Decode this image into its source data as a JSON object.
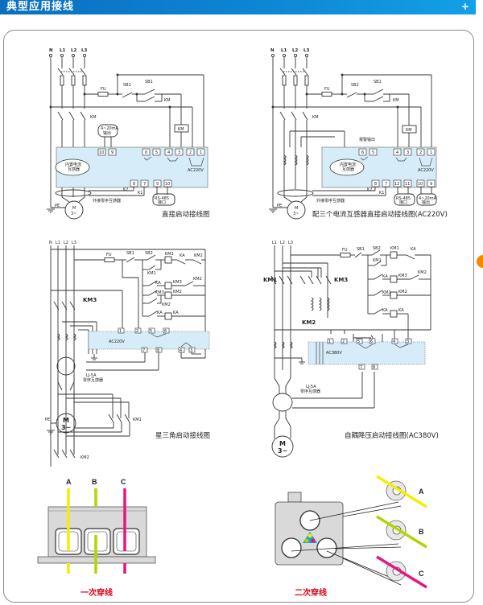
{
  "header": {
    "title": "典型应用接线",
    "expand_icon": "plus-icon"
  },
  "colors": {
    "header_blue": "#0d86d4",
    "module_fill": "#d6ecf8",
    "phase_a": "#f4ee00",
    "phase_b": "#b4d400",
    "phase_c": "#e6157f",
    "caption_red": "#e2001a",
    "side_tab": "#f28a00"
  },
  "diagrams": [
    {
      "caption": "直接启动接线图",
      "lines": [
        "N",
        "L1",
        "L2",
        "L3"
      ],
      "components": {
        "fuse": "FU",
        "stop": "SB2",
        "start": "SB1",
        "contactor": "KM",
        "coil": "KM"
      },
      "module": {
        "ct_label": "内置电流\n互感器",
        "ct_line1": "内置电流",
        "ct_line2": "互感器",
        "top_terminals": [
          "10",
          "9",
          "6",
          "5",
          "4",
          "3",
          "2",
          "1"
        ],
        "bottom_terminals": [
          "8",
          "7",
          "9",
          "10"
        ],
        "supply": "AC220V",
        "analog_out_line1": "4~20mA",
        "analog_out_line2": "输出",
        "comm_line1": "RS-485",
        "comm_line2": "接口",
        "k2": "K2",
        "k1": "K1"
      },
      "zero_seq": "外接零序互感器",
      "pe": "PE",
      "motor": "M",
      "motor_sub": "3~"
    },
    {
      "caption": "配三个电流互感器直接启动接线图(AC220V)",
      "lines": [
        "N",
        "L1",
        "L2",
        "L3"
      ],
      "components": {
        "fuse": "FU",
        "stop": "SB2",
        "start": "SB1",
        "contactor": "KM",
        "coil": "KM"
      },
      "alarm_out": "报警输出",
      "module": {
        "ct_line1": "内置电流",
        "ct_line2": "互感器",
        "top_terminals": [
          "6",
          "5",
          "4",
          "3",
          "2",
          "1"
        ],
        "bottom_terminals": [
          "8",
          "7",
          "12",
          "11",
          "10",
          "9"
        ],
        "supply": "AC220V",
        "comm_line1": "RS-485",
        "comm_line2": "接口",
        "analog_out_line1": "4~20mA",
        "analog_out_line2": "输出",
        "k2": "K2",
        "k1": "K1"
      },
      "zero_seq": "外接零序互感器",
      "pe": "PE",
      "motor": "M",
      "motor_sub": "3~"
    },
    {
      "caption": "星三角启动接线图",
      "lines": [
        "N",
        "L1",
        "L2",
        "L3"
      ],
      "components": {
        "fuse": "FU",
        "stop": "SB1",
        "start": "SB2",
        "km1": "KM1",
        "km2": "KM2",
        "km3": "KM3",
        "ka": "KA"
      },
      "module": {
        "supply": "AC220V",
        "top_terminals": [
          "1",
          "2",
          "5",
          "6"
        ],
        "bottom_terminals": [
          "7",
          "8",
          "4",
          "3"
        ]
      },
      "zero_seq_model": "LJ-5A",
      "zero_seq": "零序互感器",
      "pe": "PE",
      "motor": "M",
      "motor_sub": "3~"
    },
    {
      "caption": "自耦降压启动接线图(AC380V)",
      "lines": [
        "L1",
        "L2",
        "L3"
      ],
      "components": {
        "fuse": "FU",
        "stop": "SB1",
        "start": "SB2",
        "km1": "KM1",
        "km2": "KM2",
        "km3": "KM3",
        "ka": "KA"
      },
      "module": {
        "supply": "AC380V",
        "top_terminals": [
          "1",
          "2",
          "5",
          "6",
          "4",
          "3"
        ],
        "bottom_terminals": [
          "7",
          "8"
        ]
      },
      "zero_seq_model": "LJ-5A",
      "zero_seq": "零序互感器",
      "motor": "M",
      "motor_sub": "3~"
    }
  ],
  "wiring_photos": [
    {
      "caption": "一次穿线",
      "phases": [
        "A",
        "B",
        "C"
      ]
    },
    {
      "caption": "二次穿线",
      "phases": [
        "A",
        "B",
        "C"
      ]
    }
  ]
}
